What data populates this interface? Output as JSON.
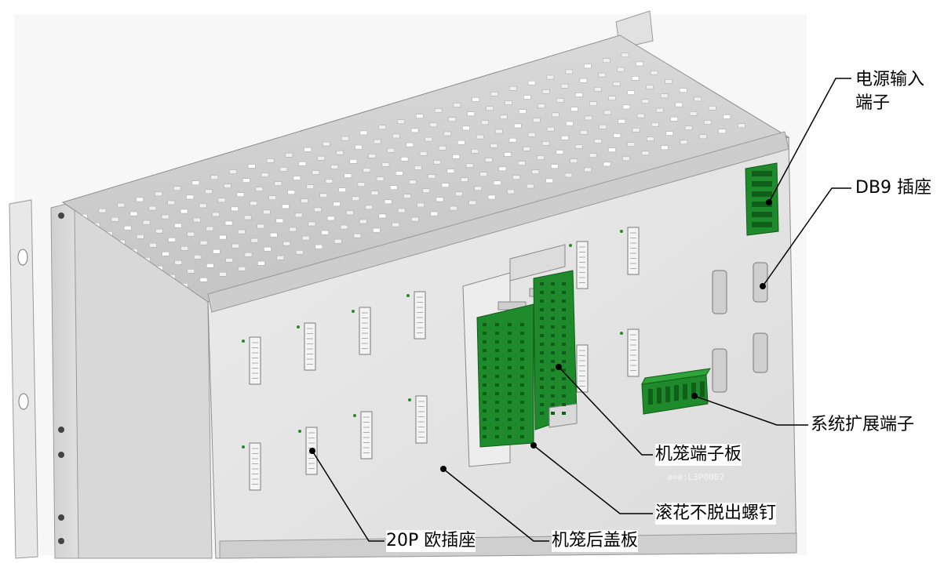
{
  "callouts": {
    "power_terminal_line1": "电源输入",
    "power_terminal_line2": "端子",
    "db9_socket": "DB9 插座",
    "system_expansion_terminal": "系统扩展端子",
    "cage_terminal_board": "机笼端子板",
    "knurled_captive_screw": "滚花不脱出螺钉",
    "rear_cover_plate": "机笼后盖板",
    "euro_socket_20p": "20P 欧插座"
  },
  "panel_marking": "ø∞æ:L3P0002",
  "colors": {
    "background": "#ffffff",
    "chassis_light": "#e6e6e6",
    "chassis_mid": "#cfcfcf",
    "chassis_dark": "#9c9c9c",
    "terminal_green": "#1f8a2c",
    "terminal_green_dark": "#0f5f1a",
    "leader_line": "#000000"
  }
}
